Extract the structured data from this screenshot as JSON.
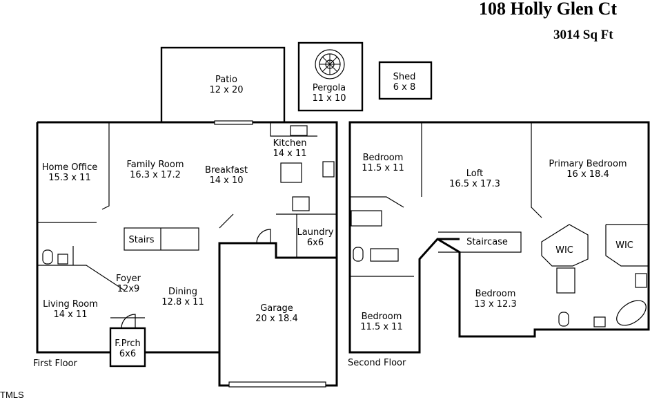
{
  "header": {
    "address": "108 Holly Glen Ct",
    "square_feet": "3014 Sq Ft"
  },
  "outbuildings": {
    "patio": {
      "name": "Patio",
      "size": "12 x 20"
    },
    "pergola": {
      "name": "Pergola",
      "size": "11 x 10"
    },
    "shed": {
      "name": "Shed",
      "size": "6 x 8"
    }
  },
  "first_floor": {
    "label": "First Floor",
    "rooms": {
      "home_office": {
        "name": "Home Office",
        "size": "15.3 x 11"
      },
      "family_room": {
        "name": "Family Room",
        "size": "16.3 x 17.2"
      },
      "breakfast": {
        "name": "Breakfast",
        "size": "14 x 10"
      },
      "kitchen": {
        "name": "Kitchen",
        "size": "14 x 11"
      },
      "stairs": {
        "name": "Stairs"
      },
      "laundry": {
        "name": "Laundry",
        "size": "6x6"
      },
      "foyer": {
        "name": "Foyer",
        "size": "12x9"
      },
      "living_room": {
        "name": "Living Room",
        "size": "14 x 11"
      },
      "dining": {
        "name": "Dining",
        "size": "12.8 x 11"
      },
      "garage": {
        "name": "Garage",
        "size": "20 x 18.4"
      },
      "front_porch": {
        "name": "F.Prch",
        "size": "6x6"
      }
    }
  },
  "second_floor": {
    "label": "Second Floor",
    "rooms": {
      "bedroom_nw": {
        "name": "Bedroom",
        "size": "11.5 x 11"
      },
      "loft": {
        "name": "Loft",
        "size": "16.5 x 17.3"
      },
      "primary_bedroom": {
        "name": "Primary Bedroom",
        "size": "16 x 18.4"
      },
      "staircase": {
        "name": "Staircase"
      },
      "wic_left": {
        "name": "WIC"
      },
      "wic_right": {
        "name": "WIC"
      },
      "bedroom_sw": {
        "name": "Bedroom",
        "size": "11.5 x 11"
      },
      "bedroom_center": {
        "name": "Bedroom",
        "size": "13 x 12.3"
      }
    }
  },
  "footer": {
    "credit": "TMLS"
  }
}
